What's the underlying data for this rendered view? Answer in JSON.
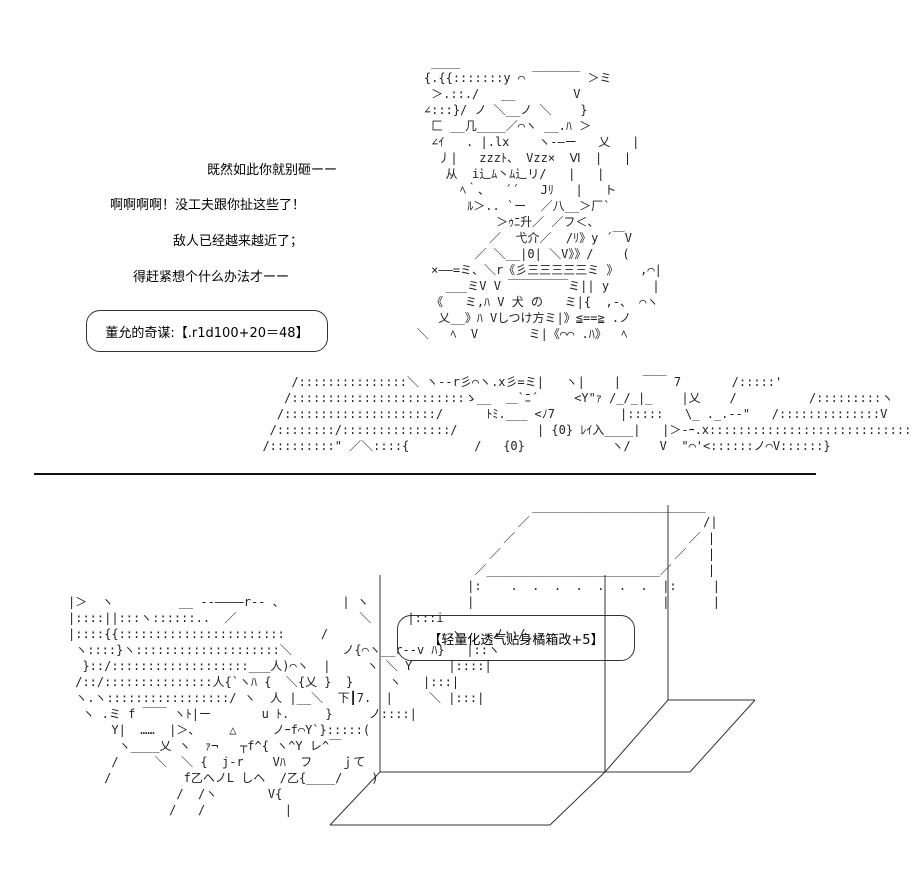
{
  "narration": [
    "既然如此你就别砸ーー",
    "啊啊啊啊！没工夫跟你扯这些了！",
    "敌人已经越来越近了；",
    "得赶紧想个什么办法才ーー"
  ],
  "dice_box": "董允的奇谋:【.r1d100+20＝48】",
  "item_box": "【轻量化透气贴身橘箱改+5】",
  "art_top": "              ____\n             {.{{:::::::y ⌒ ￣￣￣￣ ＞ミ\n              ＞.::./   __        V\n             ∠:::}/ ノ ＼__ノ ＼    }\n              匚 __几____／⌒ヽ __.ﾊ ＞\n              ∠ｲ   . |.lx    ヽ-―ー   乂   |\n               丿|   zzzﾄ、 Vzz×  Ⅵ  |   |\n                从  i辶ﾑ丶ﾑ辶リ/   |   |\n                  ﾍ｀、  ´´   Jﾘ   |   ト\n                   ﾙ＞.. `ー  ／八__＞厂`\n                       ＞ｩﾆ升／ ／フ＜、\n                      ／  弋介／  /ﾘ》y ´￣V\n                    ／ ＼__|0| ＼V》》/    (\n              ×――=ミ、＼r《彡三三三三三ミ 》   ,⌒|\n                ___ミV V ￣￣￣￣￣ミ|| y      |\n              《   ミ,ﾊ V 犬 の   ミ|{  ,-、 ⌒ヽ\n               乂__》ﾊ Vしつけ方ミ|》≦==≧ .ノ\n            ＼   ﾍ  V       ミ|《⌒⌒ .ﾊ》  ﾍ",
  "art_mid": "      /:::::::::::::::＼ ヽ--r彡⌒ヽ.x彡=ミ|   ヽ|    |   ￣￣ 7       /:::::'\n     /::::::::::::::::::::::::ゝ__  ＿`ﾆ´     <Y\"ｧ /_/_|_    |乂    /          /:::::::::ヽ\n    /:::::::::::::::::::::/      ﾄﾐ.___ <ﾉ7         |:::::   \\_ ._.--\"   /::::::::::::::V\n   /::::::::/:::::::::::::::/           | {0} ﾚｲ入____|   |＞-ｰ.x::::::::::::::::::::::::::::::＼\n  /:::::::::\" ／＼::::{         /   {0}            ヽ/    V  \"⌒'<::::::ノ⌒V::::::}",
  "art_box": "                       ________________________\n                     ／                        /|\n                   ／                        ／ |\n                 ／                        ／   |\n               ／________________________／     |\n              |:    .  .  .  .  .  .  .  |:     |\n              |                          |      |",
  "art_bottom": "|＞  ヽ         __ -‐――――r-- 、        | ヽ\n|::::||:::ヽ::::::..  ／                 ＼     |:::i\n|::::{{:::::::::::::::::::::::     /                 ヽ    ノ::/\n ヽ::::}ヽ::::::::::::::::::::＼       ノ{⌒ヽ__r--v ﾊ}   |::ヽ\n  }::/:::::::::::::::::::___人)⌒ヽ  |     ヽ ＼ Y     |::::|\n /::/:::::::::::::::人{`ヽﾊ {  ＼{乂 }  }     ヽ   |:::|\n ヽ.ヽ:::::::::::::::::/ ヽ  人 |__＼  下┃7.  |     ＼ |:::|\n  ヽ .ミ f ￣￣ ヽﾄ|ー       u ﾄ.     }     ノ::::|\n      Y|  ……  |＞、    △     ノｰf⌒Y`}:::::(\n       ヽ____乂 ヽ  ｧ¬   ┬f^{ ヽ^Y レ^￣\n      /     ＼  ＼ {  j-r    Vﾊ  フ    ｊて\n     /          f乙ヘノL しヘ  /乙{____/    )\n               /  /ヽ       V{\n              /   /           |"
}
